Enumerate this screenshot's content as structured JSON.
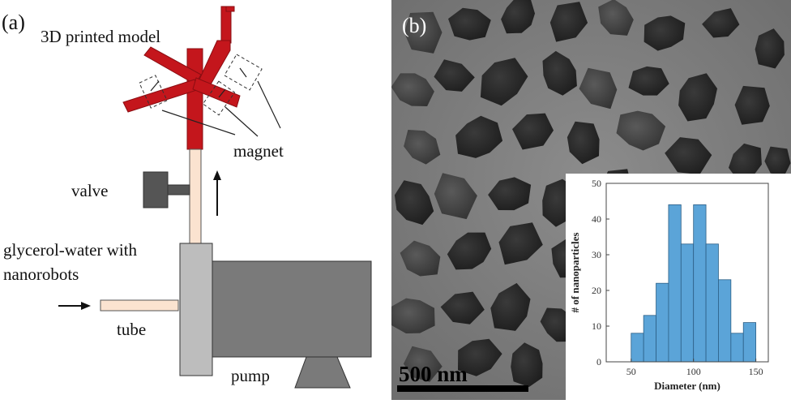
{
  "panel_a": {
    "label": "(a)",
    "model_label": "3D printed model",
    "magnet_label": "magnet",
    "valve_label": "valve",
    "fluid_label_line1": "glycerol-water with",
    "fluid_label_line2": "nanorobots",
    "tube_label": "tube",
    "pump_label": "pump",
    "colors": {
      "model": "#c4161c",
      "tube": "#fbe3d0",
      "pump": "#7a7a7a",
      "pump_head": "#bdbdbd",
      "valve": "#555555"
    }
  },
  "panel_b": {
    "label": "(b)",
    "scale_bar_label": "500 nm"
  },
  "chart_data": {
    "type": "bar",
    "x": [
      55,
      65,
      75,
      85,
      95,
      105,
      115,
      125,
      135,
      145
    ],
    "values": [
      8,
      13,
      22,
      44,
      33,
      44,
      33,
      23,
      8,
      11
    ],
    "bin_width": 10,
    "xlabel": "Diameter (nm)",
    "ylabel": "# of nanoparticles",
    "xlim": [
      30,
      160
    ],
    "ylim": [
      0,
      50
    ],
    "xticks": [
      50,
      100,
      150
    ],
    "yticks": [
      0,
      10,
      20,
      30,
      40,
      50
    ],
    "bar_color": "#5ba4d8"
  }
}
